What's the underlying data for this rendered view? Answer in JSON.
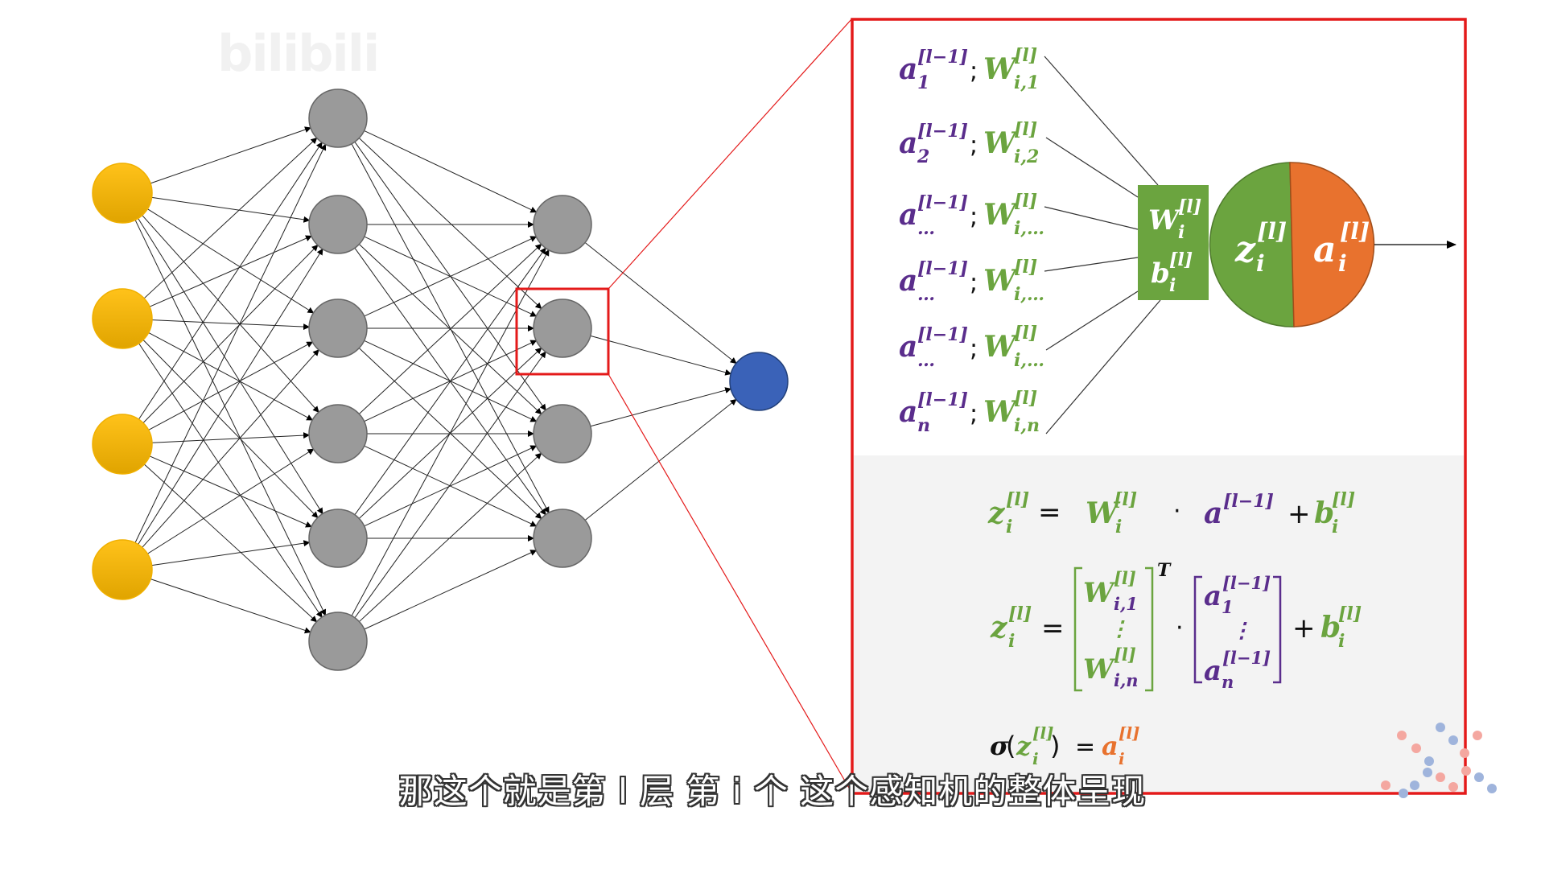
{
  "watermark": "bilibili",
  "subtitle": "那这个就是第 l 层 第 i 个 这个感知机的整体呈现",
  "colors": {
    "purple": "#5a2d8c",
    "green": "#6ba43f",
    "orange": "#e8722e",
    "red": "#e41a1a",
    "input_node": "#ffc000",
    "hidden_node": "#9a9a9a",
    "output_node": "#3a62b8"
  },
  "network": {
    "layer_sizes": [
      4,
      6,
      4,
      1
    ],
    "highlighted": {
      "layer": 2,
      "index": 1
    }
  },
  "inputs": {
    "a": "a",
    "a_sup": "[l−1]",
    "sep": ";",
    "w": "W",
    "w_sup": "[l]",
    "rows": [
      {
        "a_sub": "1",
        "w_sub": "i,1"
      },
      {
        "a_sub": "2",
        "w_sub": "i,2"
      },
      {
        "a_sub": "…",
        "w_sub": "i,…"
      },
      {
        "a_sub": "…",
        "w_sub": "i,…"
      },
      {
        "a_sub": "…",
        "w_sub": "i,…"
      },
      {
        "a_sub": "n",
        "w_sub": "i,n"
      }
    ]
  },
  "neuron": {
    "w": "W",
    "b": "b",
    "z": "z",
    "a": "a",
    "sub": "i",
    "sup": "[l]"
  },
  "formulas": {
    "eq1": {
      "z": "z",
      "sub": "i",
      "sup": "[l]",
      "eq": "=",
      "w": "W",
      "dot": "·",
      "a": "a",
      "a_sup": "[l−1]",
      "plus": "+",
      "b": "b"
    },
    "eq2": {
      "T": "T",
      "w1_sub": "i,1",
      "wn_sub": "i,n",
      "vdots": "⋮",
      "a1_sub": "1",
      "an_sub": "n"
    },
    "eq3": {
      "sigma": "σ",
      "lp": "(",
      "rp": ")"
    }
  }
}
